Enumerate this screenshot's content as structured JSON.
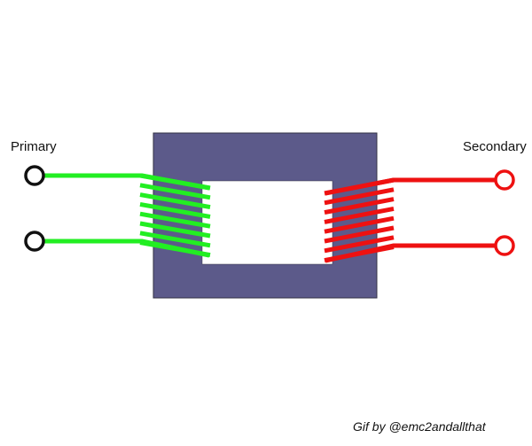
{
  "labels": {
    "primary": "Primary",
    "secondary": "Secondary",
    "credit": "Gif by @emc2andallthat"
  },
  "colors": {
    "core_fill": "#5c5a8a",
    "core_stroke": "#333344",
    "primary_winding": "#22ee22",
    "secondary_winding": "#ee1111",
    "terminal_primary": "#111111",
    "terminal_secondary": "#ee1111",
    "window_fill": "#ffffff"
  },
  "windings": {
    "primary_turns": 8,
    "secondary_turns": 8
  }
}
